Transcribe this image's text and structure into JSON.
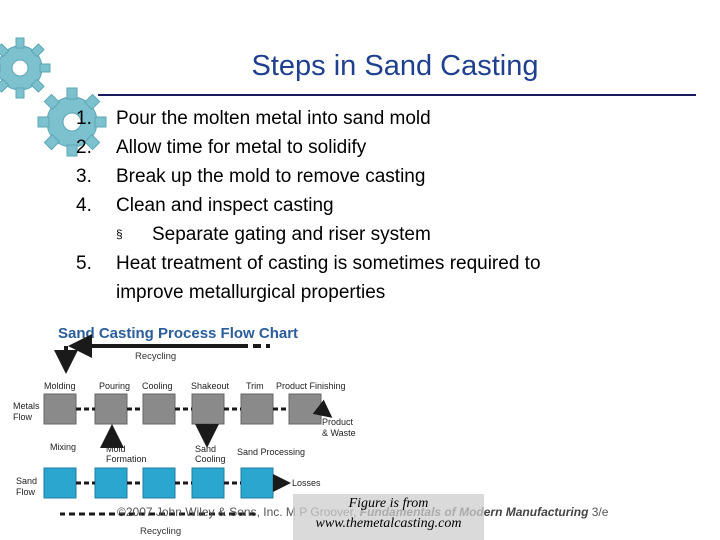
{
  "slide": {
    "title": "Steps in Sand Casting"
  },
  "steps": [
    {
      "num": "1.",
      "text": "Pour the molten metal into sand mold"
    },
    {
      "num": "2.",
      "text": "Allow time for metal to solidify"
    },
    {
      "num": "3.",
      "text": "Break up the mold to remove casting"
    },
    {
      "num": "4.",
      "text": "Clean and inspect casting"
    },
    {
      "bullet": "§",
      "text": "Separate gating and riser system"
    },
    {
      "num": "5.",
      "text": "Heat treatment of casting is sometimes required to",
      "cont": "improve metallurgical properties"
    }
  ],
  "flow_chart": {
    "title": "Sand Casting Process Flow Chart",
    "recycling_top": "Recycling",
    "recycling_bottom": "Recycling",
    "metal_stages": [
      "Molding",
      "Pouring",
      "Cooling",
      "Shakeout",
      "Trim",
      "Product Finishing"
    ],
    "metals_flow": [
      "Metals",
      "Flow"
    ],
    "product_waste": [
      "Product",
      "& Waste"
    ],
    "mixing": "Mixing",
    "mold_formation": [
      "Mold",
      "Formation"
    ],
    "sand_cooling": [
      "Sand",
      "Cooling"
    ],
    "sand_processing": "Sand Processing",
    "losses": "Losses",
    "sand_flow": [
      "Sand",
      "Flow"
    ],
    "colors": {
      "gray_box": "#8a8a8a",
      "blue_box": "#2aa6cf",
      "arrow": "#1a1a1a",
      "title": "#2b5d9b"
    }
  },
  "credit": {
    "prefix": "©2007 John Wiley & Sons, Inc.  M P Groover, ",
    "book": "Fundamentals of Modern Manufacturing",
    "suffix": " 3/e"
  },
  "figure_note": {
    "line1": "Figure is from",
    "line2": "www.themetalcasting.com"
  },
  "decor": {
    "gear_color": "#6fb7c6"
  }
}
